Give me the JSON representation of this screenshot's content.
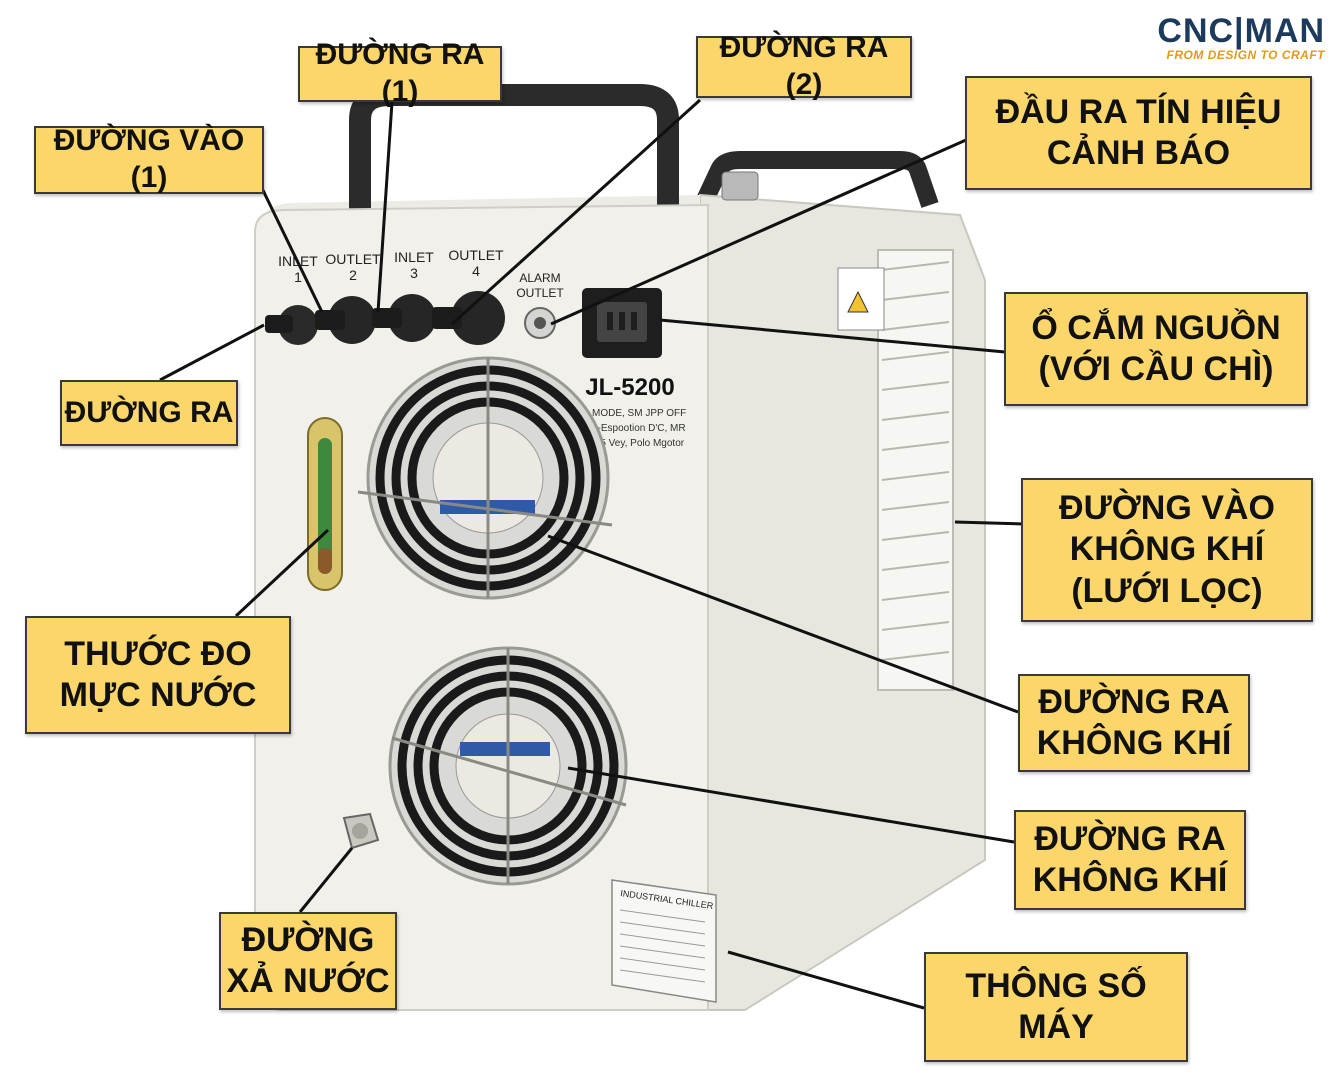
{
  "brand": {
    "name": "CNC|MAN",
    "tagline": "FROM DESIGN TO CRAFT",
    "color_primary": "#1b3a5c",
    "color_accent": "#e39a1c"
  },
  "device": {
    "model": "JL-5200",
    "spec_lines": [
      "MODE, SM JPP OFF",
      "1-Espootion D'C, MR",
      "3.5 Vey, Polo Mgotor"
    ],
    "port_labels": [
      {
        "top": "INLET",
        "num": "1"
      },
      {
        "top": "OUTLET",
        "num": "2"
      },
      {
        "top": "INLET",
        "num": "3"
      },
      {
        "top": "OUTLET",
        "num": "4"
      }
    ],
    "alarm_label_1": "ALARM",
    "alarm_label_2": "OUTLET",
    "plate_title": "INDUSTRIAL CHILLER",
    "colors": {
      "body": "#f1f0ea",
      "side": "#e7e6df",
      "handle": "#2b2b2b",
      "callout_fill": "#fbd66b"
    }
  },
  "callouts": {
    "duong_ra_1": "ĐƯỜNG RA (1)",
    "duong_ra_2": "ĐƯỜNG RA (2)",
    "duong_vao_1": "ĐƯỜNG VÀO (1)",
    "dau_ra_tin_hieu": "ĐẦU RA TÍN HIỆU\nCẢNH BÁO",
    "duong_ra": "ĐƯỜNG RA",
    "o_cam_nguon": "Ổ CẮM NGUỒN\n(VỚI CẦU CHÌ)",
    "duong_vao_khong_khi": "ĐƯỜNG VÀO\nKHÔNG KHÍ\n(LƯỚI LỌC)",
    "thuoc_do": "THƯỚC ĐO\nMỰC NƯỚC",
    "duong_ra_khong_khi_1": "ĐƯỜNG RA\nKHÔNG KHÍ",
    "duong_ra_khong_khi_2": "ĐƯỜNG RA\nKHÔNG KHÍ",
    "duong_xa_nuoc": "ĐƯỜNG\nXẢ NƯỚC",
    "thong_so_may": "THÔNG SỐ MÁY"
  }
}
